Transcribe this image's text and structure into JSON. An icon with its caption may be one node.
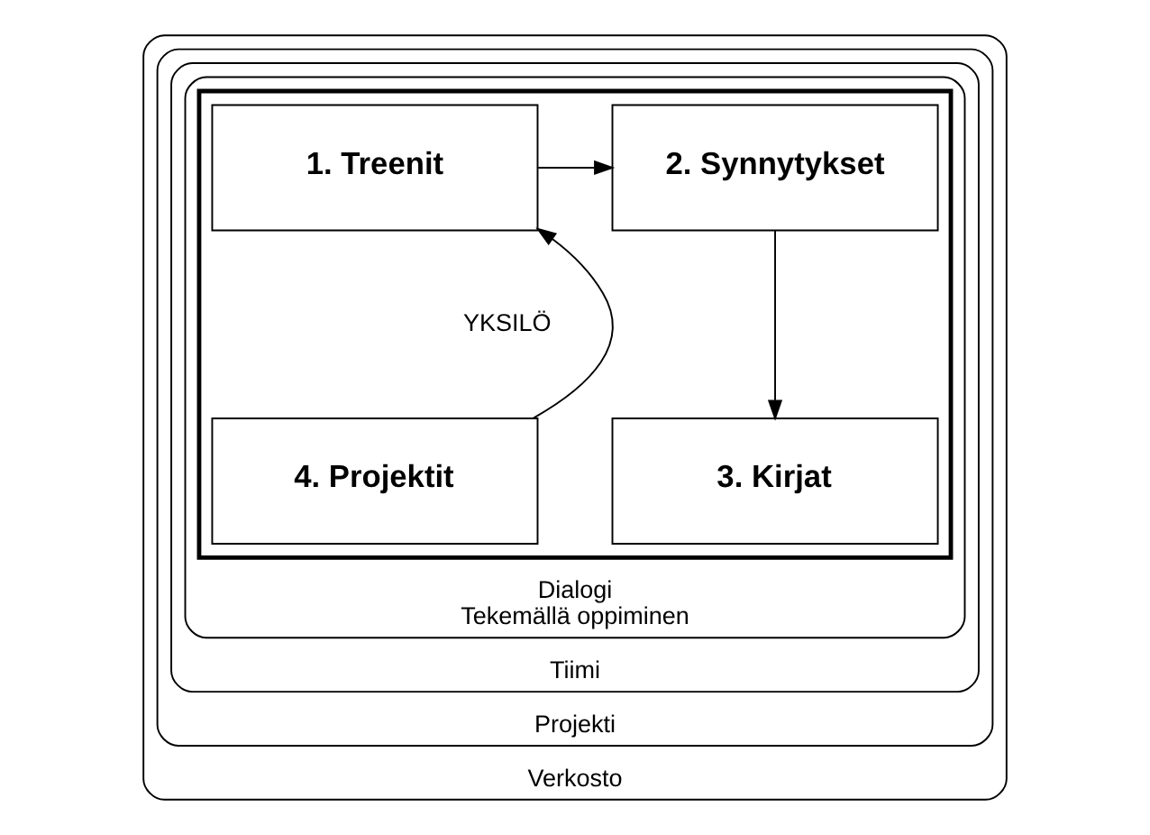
{
  "diagram": {
    "nodes": [
      {
        "text": [
          "Verkosto"
        ]
      },
      {
        "text": [
          "Projekti"
        ],
        "in": 0
      },
      {
        "text": [
          "Tiimi"
        ],
        "in": 1
      },
      {
        "text": [
          "Dialogi",
          "Tekemällä oppiminen"
        ],
        "in": 2
      },
      {
        "text": [],
        "shape": "box",
        "in": 3
      },
      {
        "text": [
          "1. Treenit"
        ],
        "in": 4
      },
      {
        "text": [
          "2. Synnytykset"
        ],
        "in": 4
      },
      {
        "text": [
          "YKSILÖ"
        ],
        "in": 4
      },
      {
        "text": [
          "4. Projektit"
        ],
        "in": 4
      },
      {
        "text": [
          "3. Kirjat"
        ],
        "in": 4
      }
    ],
    "edges": [
      {
        "from": 5,
        "to": 6,
        "arrow": "to"
      },
      {
        "from": 6,
        "to": 9,
        "arrow": "to"
      },
      {
        "from": 8,
        "to": 5,
        "arrow": "to"
      }
    ]
  }
}
